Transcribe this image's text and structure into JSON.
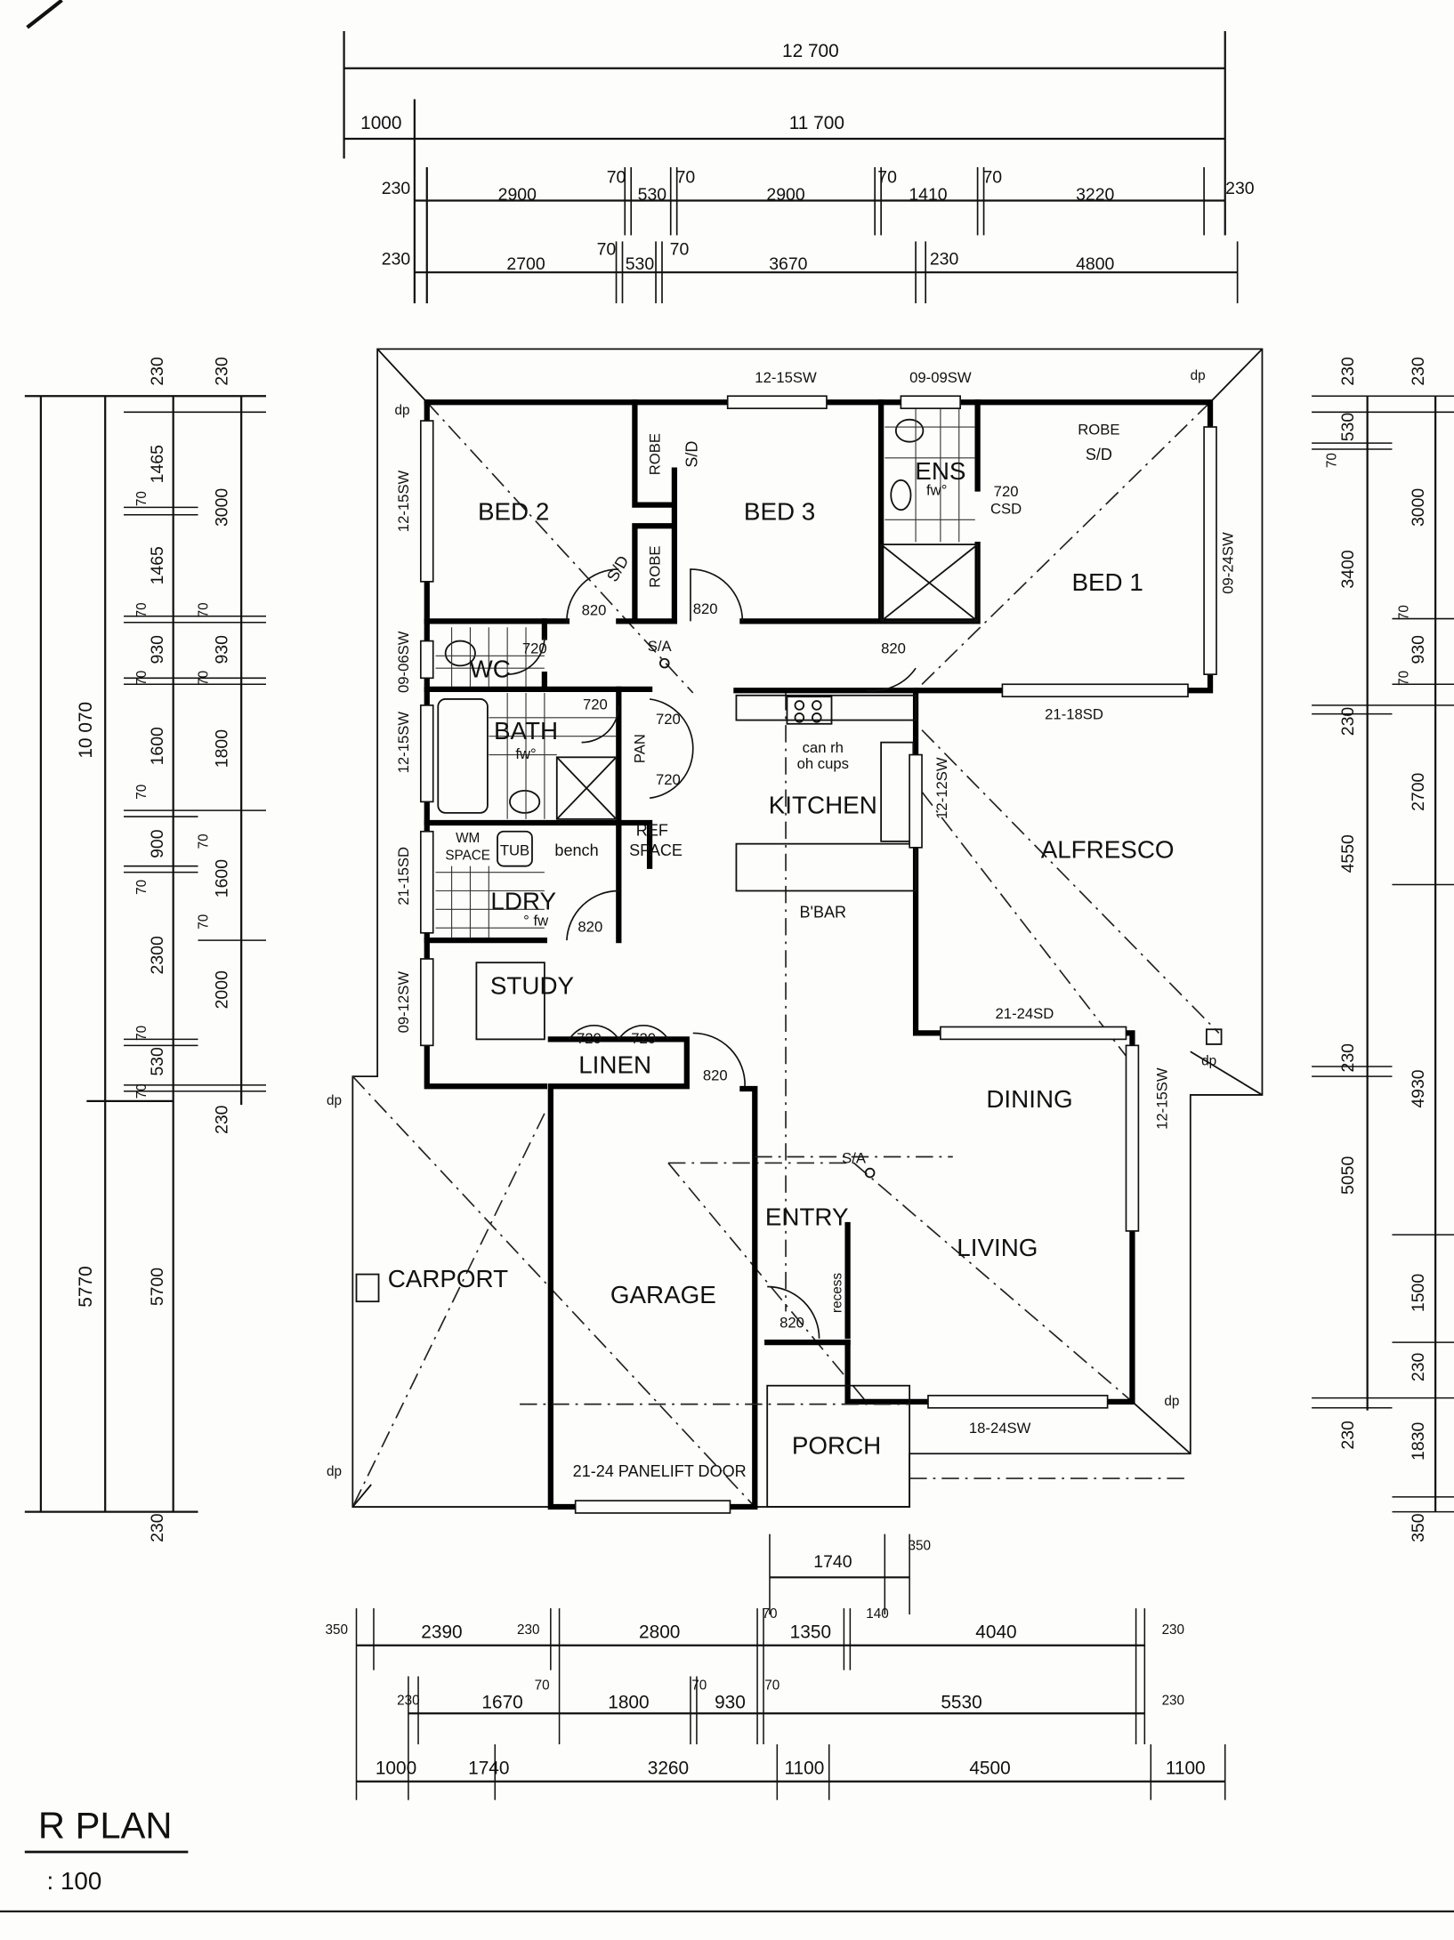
{
  "title_block": {
    "title": "R PLAN",
    "scale": ": 100"
  },
  "dims": {
    "top": [
      "12 700",
      "1000",
      "11 700",
      "230",
      "2900",
      "70",
      "530",
      "70",
      "2900",
      "70",
      "1410",
      "70",
      "3220",
      "230",
      "230",
      "2700",
      "70",
      "530",
      "70",
      "3670",
      "230",
      "4800"
    ],
    "left_outer": [
      "10 070",
      "5770"
    ],
    "left_inner": [
      "230",
      "1465",
      "70",
      "1465",
      "70",
      "930",
      "70",
      "1600",
      "70",
      "900",
      "70",
      "2300",
      "70",
      "530",
      "70",
      "5700",
      "230"
    ],
    "left_room": [
      "230",
      "3000",
      "70",
      "930",
      "70",
      "1800",
      "70",
      "1600",
      "70",
      "2000",
      "230"
    ],
    "right_outer": [
      "230",
      "530",
      "70",
      "3400",
      "230",
      "4550",
      "230",
      "5050",
      "230"
    ],
    "right_room": [
      "230",
      "3000",
      "70",
      "930",
      "70",
      "2700",
      "4930",
      "1500",
      "230",
      "1830",
      "350"
    ],
    "bottom_porch": [
      "1740",
      "350"
    ],
    "bottom_b": [
      "350",
      "2390",
      "230",
      "2800",
      "70",
      "1350",
      "140",
      "4040",
      "230"
    ],
    "bottom_c": [
      "230",
      "1670",
      "70",
      "1800",
      "70",
      "930",
      "70",
      "5530",
      "230"
    ],
    "bottom_d": [
      "1000",
      "1740",
      "3260",
      "1100",
      "4500",
      "1100"
    ]
  },
  "rooms": {
    "bed2": "BED 2",
    "bed3": "BED 3",
    "bed1": "BED 1",
    "ens": "ENS",
    "wc": "WC",
    "bath": "BATH",
    "kitchen": "KITCHEN",
    "alfresco": "ALFRESCO",
    "ldry": "LDRY",
    "study": "STUDY",
    "linen": "LINEN",
    "dining": "DINING",
    "entry": "ENTRY",
    "living": "LIVING",
    "garage": "GARAGE",
    "carport": "CARPORT",
    "porch": "PORCH",
    "pan": "PAN"
  },
  "notes": {
    "robe1": "ROBE",
    "sd1": "S/D",
    "robe2": "ROBE",
    "sd2": "S/D",
    "robe_bed1": "ROBE",
    "sd_bed1": "S/D",
    "csd_w": "720",
    "csd": "CSD",
    "fw_ens": "fw°",
    "fw_bath": "fw°",
    "fw_ldry": "° fw",
    "ref1": "REF",
    "ref2": "SPACE",
    "wm1": "WM",
    "wm2": "SPACE",
    "tub": "TUB",
    "bench": "bench",
    "canrh": "can rh",
    "ohcups": "oh cups",
    "bbar": "B'BAR",
    "sa1": "S/A",
    "sa2": "S/A",
    "recess": "recess",
    "panelift": "21-24 PANELIFT DOOR"
  },
  "doors": {
    "d_bed2": "820",
    "d_bed3": "820",
    "d_bed1": "820",
    "d_wc": "720",
    "d_bath": "720",
    "d_pan1": "720",
    "d_pan2": "720",
    "d_ldry": "820",
    "d_lin1": "720",
    "d_lin2": "720",
    "d_hall": "820",
    "d_entry": "820"
  },
  "windows": {
    "w_top1": "12-15SW",
    "w_top2": "09-09SW",
    "w_alf": "21-18SD",
    "w_kit": "12-12SW",
    "w_dinsd": "21-24SD",
    "w_dinr": "12-15SW",
    "w_liv": "18-24SW",
    "w_bed2": "12-15SW",
    "w_wc": "09-06SW",
    "w_bath": "12-15SW",
    "w_ldry": "21-15SD",
    "w_study": "09-12SW",
    "w_bed1": "09-24SW"
  },
  "downpipes": [
    "dp",
    "dp",
    "dp",
    "dp",
    "dp",
    "dp"
  ]
}
